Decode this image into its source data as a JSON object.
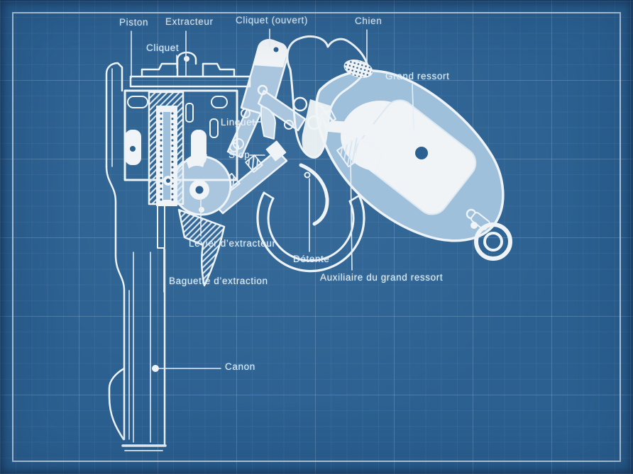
{
  "figure": {
    "kind": "blueprint technical diagram",
    "subject": "Cross-section of a revolver mechanism with French part callouts"
  },
  "colors": {
    "background": "#2b6090",
    "line_white": "#edf3f7",
    "fill_light_blue": "#9fc0da",
    "fill_pale": "#c6d9e8",
    "fill_white": "#f0f4f6",
    "frame_border": "rgba(226,239,249,0.78)"
  },
  "labels": [
    {
      "id": "piston",
      "text": "Piston"
    },
    {
      "id": "extracteur",
      "text": "Extracteur"
    },
    {
      "id": "cliquet",
      "text": "Cliquet"
    },
    {
      "id": "cliquet-ouvert",
      "text": "Cliquet (ouvert)"
    },
    {
      "id": "chien",
      "text": "Chien"
    },
    {
      "id": "grand-ressort",
      "text": "Grand ressort"
    },
    {
      "id": "linguet",
      "text": "Linguet"
    },
    {
      "id": "stop",
      "text": "Stop"
    },
    {
      "id": "levier",
      "text": "Levier d’extracteur"
    },
    {
      "id": "detente",
      "text": "Détente"
    },
    {
      "id": "auxiliaire",
      "text": "Auxiliaire du grand ressort"
    },
    {
      "id": "baguette",
      "text": "Baguette d’extraction"
    },
    {
      "id": "canon",
      "text": "Canon"
    }
  ]
}
